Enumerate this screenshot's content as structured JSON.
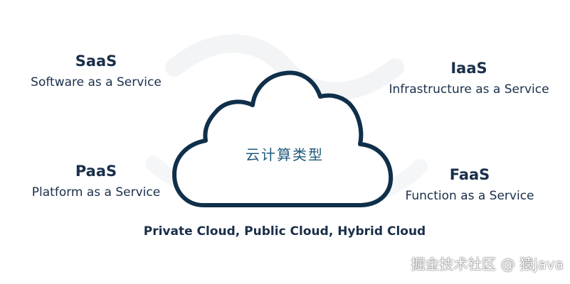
{
  "diagram": {
    "center_label": "云计算类型",
    "services": [
      {
        "id": "saas",
        "acronym": "SaaS",
        "expansion": "Software as a Service"
      },
      {
        "id": "iaas",
        "acronym": "IaaS",
        "expansion": "Infrastructure as a Service"
      },
      {
        "id": "paas",
        "acronym": "PaaS",
        "expansion": "Platform as a Service"
      },
      {
        "id": "faas",
        "acronym": "FaaS",
        "expansion": "Function as a Service"
      }
    ],
    "deployment_models": "Private Cloud, Public Cloud, Hybrid Cloud"
  },
  "watermark": "掘金技术社区 @ 猿java",
  "colors": {
    "cloud_stroke": "#0f2f4a",
    "text_dark": "#1a2f4a",
    "center_text": "#1f5a7a",
    "background_swirl": "#f2f4f6"
  }
}
